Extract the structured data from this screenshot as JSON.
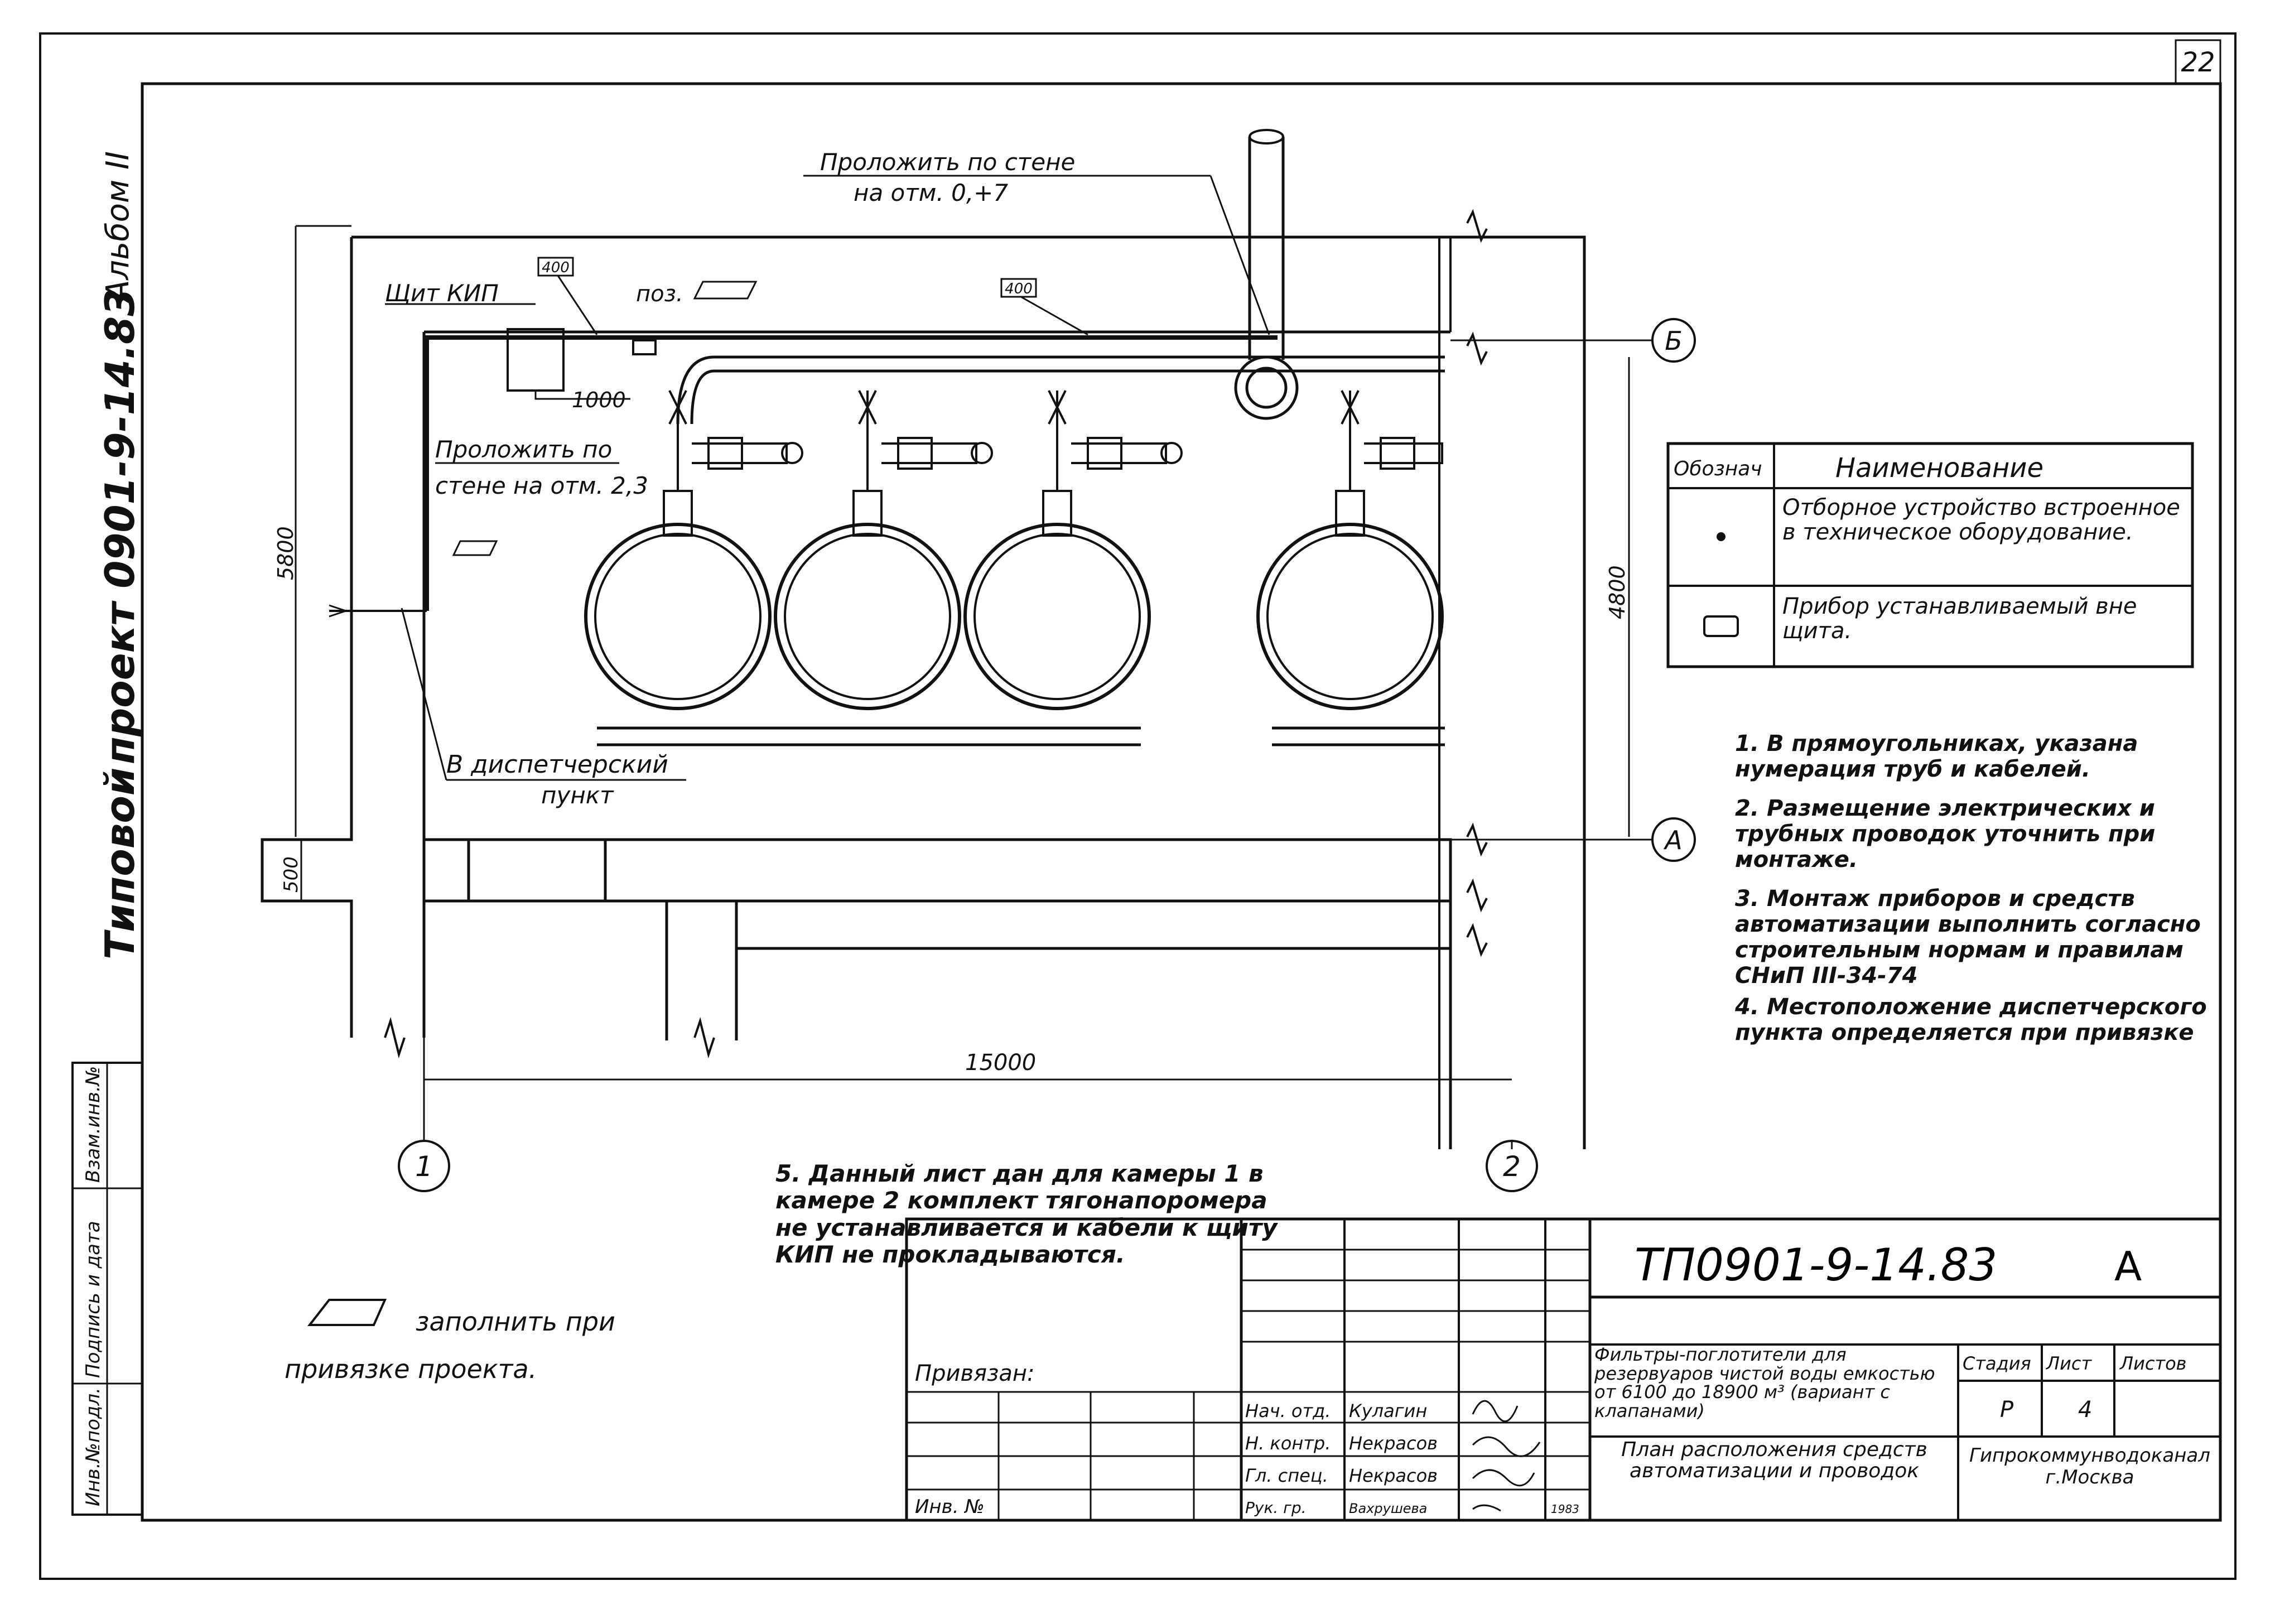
{
  "sheet_number": "22",
  "side_title": {
    "line1": "Типовой",
    "line2": "проект 0901-9-14.83",
    "line3": "Альбом II"
  },
  "side_stamp": {
    "inv_podl": "Инв.№подл.",
    "podp_data": "Подпись и дата",
    "vzam_inv": "Взам.инв.№"
  },
  "plan": {
    "note_top_1": "Проложить по стене",
    "note_top_2": "на отм. 0,+7",
    "panel_label": "Щит КИП",
    "panel_tag": "400",
    "pipe_tag": "400",
    "poz_label": "поз.",
    "dim_1000": "1000",
    "note_left_1": "Проложить по",
    "note_left_2": "стене на отм. 2,3",
    "dispatch_1": "В диспетчерский",
    "dispatch_2": "пункт",
    "dim_5800": "5800",
    "dim_4800": "4800",
    "dim_500": "500",
    "dim_15000": "15000",
    "axis_b": "Б",
    "axis_a": "А",
    "axis_1": "1",
    "axis_2": "2"
  },
  "legend": {
    "col_code": "Обознач",
    "col_name": "Наименование",
    "row1_text": "Отборное устройство встроенное в техническое оборудование.",
    "row2_text": "Прибор устанавливаемый вне щита."
  },
  "notes": {
    "n1": "1. В прямоугольниках, указана нумерация труб и кабелей.",
    "n2": "2. Размещение электрических и трубных проводок уточнить при монтаже.",
    "n3": "3. Монтаж приборов и средств автоматизации выполнить согласно строительным нормам и правилам СНиП III-34-74",
    "n4": "4. Местоположение диспетчерского пункта определяется при привязке",
    "n5": "5. Данный лист дан для камеры 1 в камере 2 комплект тягонапоромера не устанавливается и кабели к щиту КИП не прокладываются."
  },
  "fill_note": {
    "text1": "заполнить при",
    "text2": "привязке проекта."
  },
  "title_block": {
    "code": "ТП0901-9-14.83",
    "format": "А",
    "privyazan": "Привязан:",
    "inv": "Инв. №",
    "project_name": "Фильтры-поглотители для резервуаров чистой воды емкостью от 6100 до 18900 м³ (вариант с клапанами)",
    "sheet_name": "План расположения средств автоматизации и проводок",
    "stage_label": "Стадия",
    "sheet_label": "Лист",
    "sheets_label": "Листов",
    "stage": "Р",
    "sheet": "4",
    "org": "Гипрокоммунводоканал г.Москва",
    "roles": [
      "Нач. отд.",
      "Н. контр.",
      "Гл. спец.",
      "Рук. гр."
    ],
    "names": [
      "Кулагин",
      "Некрасов",
      "Некрасов",
      "Вахрушева"
    ],
    "year": "1983"
  }
}
